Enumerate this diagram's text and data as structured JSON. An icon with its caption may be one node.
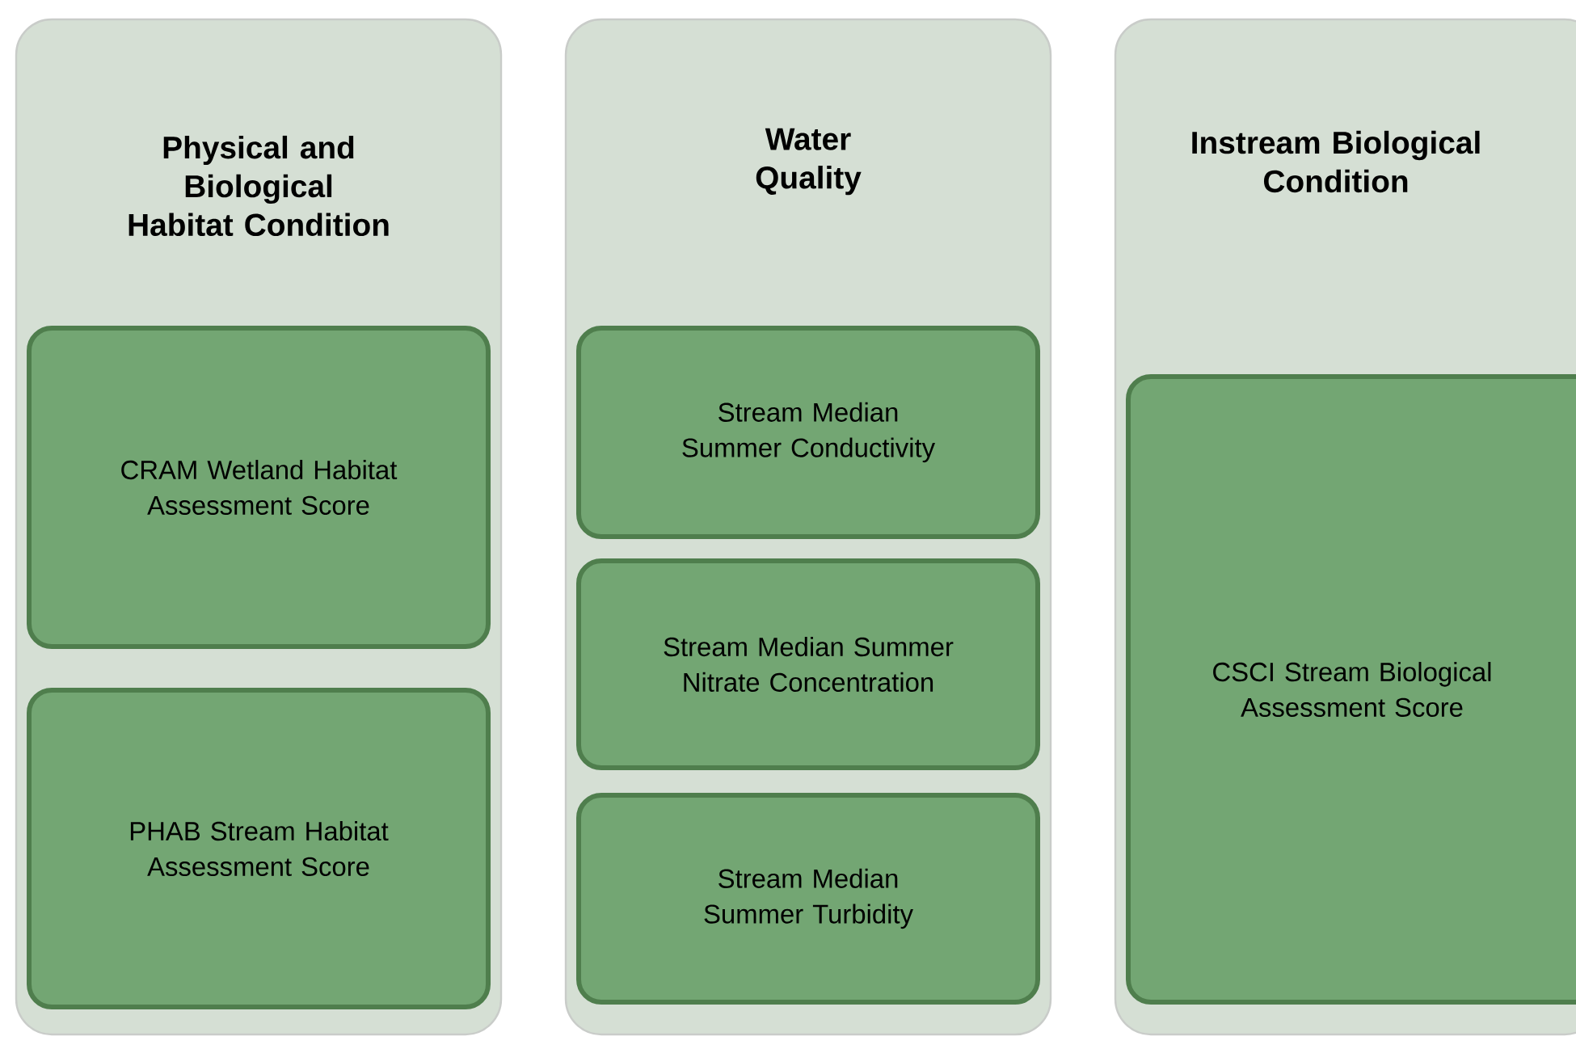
{
  "diagram": {
    "nodes": [
      {
        "text": [
          "Physical and Biological Habitat Condition"
        ]
      },
      {
        "text": [
          "CRAM Wetland Habitat Assessment Score"
        ],
        "in": 0
      },
      {
        "text": [
          "PHAB Stream Habitat Assessment Score"
        ],
        "in": 0
      },
      {
        "text": [
          "Water Quality"
        ]
      },
      {
        "text": [
          "Stream Median Summer Conductivity"
        ],
        "in": 3
      },
      {
        "text": [
          "Stream Median Summer Nitrate Concentration"
        ],
        "in": 3
      },
      {
        "text": [
          "Stream Median Summer Turbidity"
        ],
        "in": 3
      },
      {
        "text": [
          "Instream Biological Condition"
        ]
      },
      {
        "text": [
          "CSCI Stream Biological Assessment Score"
        ],
        "in": 7
      }
    ]
  }
}
